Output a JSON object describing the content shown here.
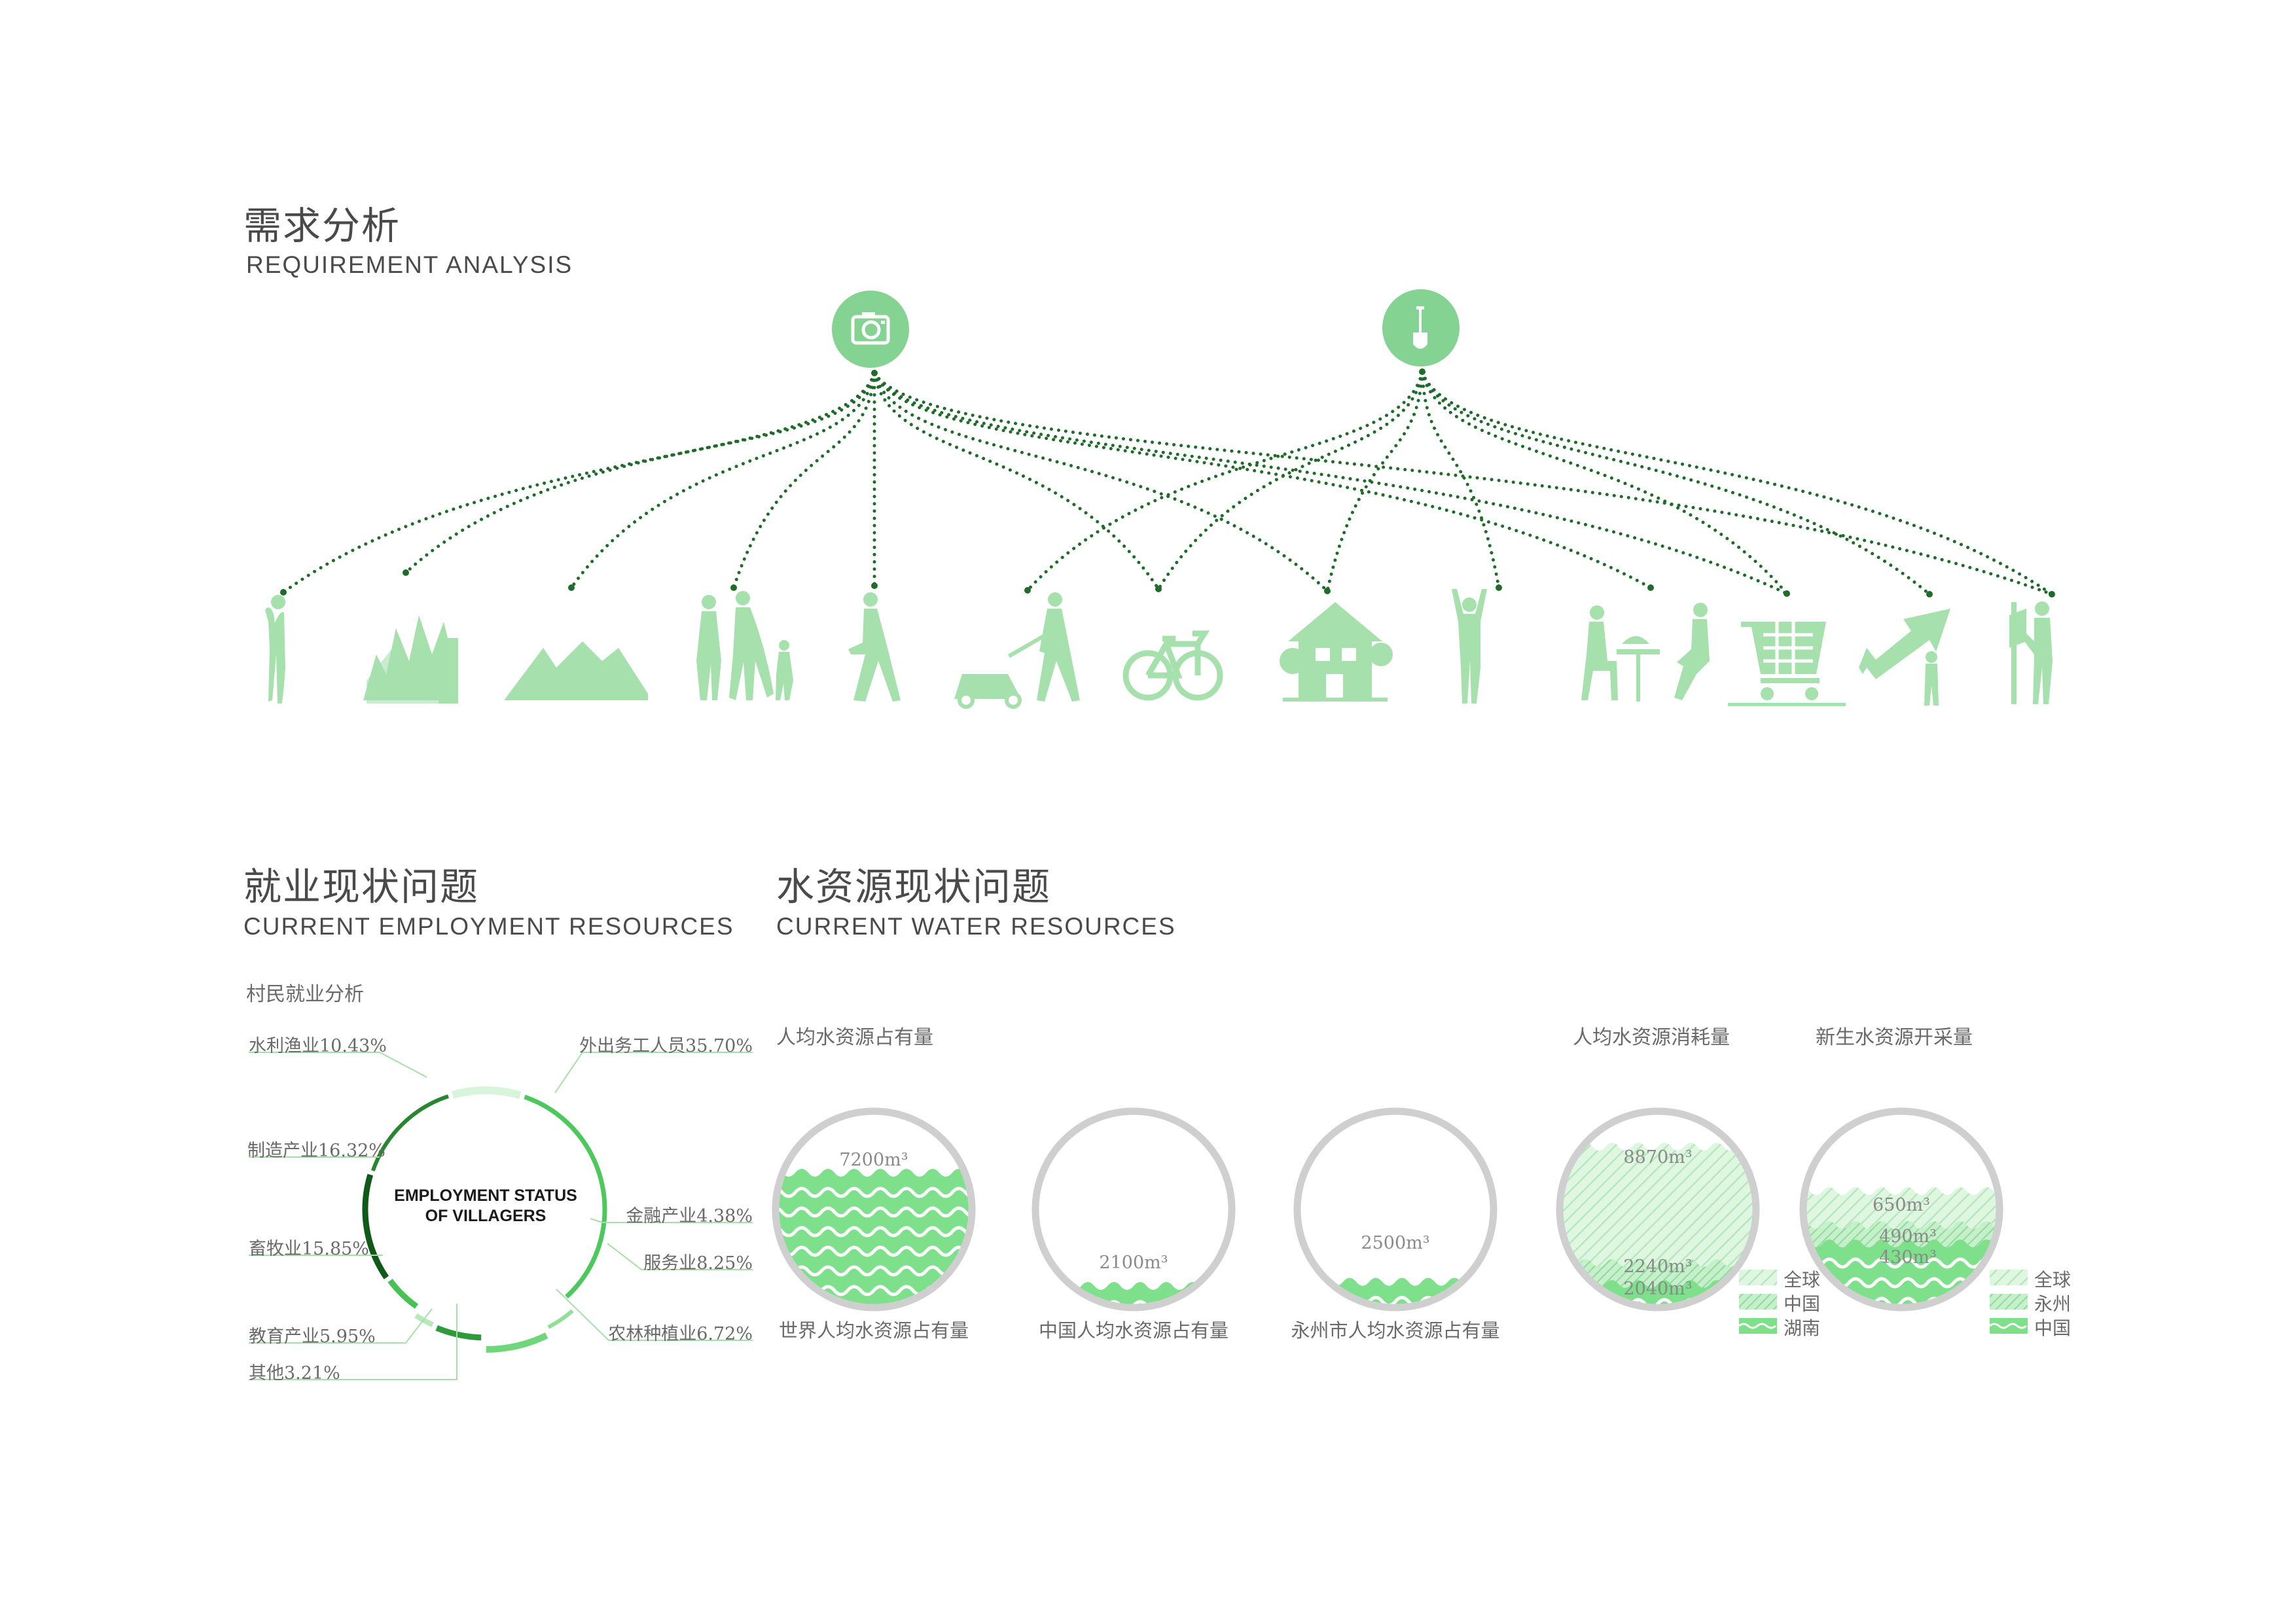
{
  "requirement": {
    "title_cn": "需求分析",
    "title_en": "REQUIREMENT ANALYSIS",
    "hubs": [
      {
        "name": "camera-icon"
      },
      {
        "name": "shovel-icon"
      }
    ],
    "activities": [
      {
        "name": "standing-person-icon"
      },
      {
        "name": "forest-fire-icon"
      },
      {
        "name": "mountains-icon"
      },
      {
        "name": "family-walking-icon"
      },
      {
        "name": "walking-person-icon"
      },
      {
        "name": "lawn-mower-icon"
      },
      {
        "name": "bicycle-icon"
      },
      {
        "name": "house-icon"
      },
      {
        "name": "cheering-person-icon"
      },
      {
        "name": "dining-people-icon"
      },
      {
        "name": "shopping-cart-icon"
      },
      {
        "name": "growth-arrow-icon"
      },
      {
        "name": "painter-icon"
      }
    ],
    "link_color": "#1f6b2a",
    "icon_color": "#a6e0ad"
  },
  "employment": {
    "title_cn": "就业现状问题",
    "title_en": "CURRENT EMPLOYMENT RESOURCES",
    "subtitle": "村民就业分析",
    "center_label_line1": "EMPLOYMENT STATUS",
    "center_label_line2": "OF VILLAGERS",
    "left_labels": [
      "水利渔业10.43%",
      "制造产业16.32%",
      "畜牧业15.85%",
      "教育产业5.95%",
      "其他3.21%"
    ],
    "right_labels": [
      "外出务工人员35.70%",
      "金融产业4.38%",
      "服务业8.25%",
      "农林种植业6.72%"
    ],
    "segments": [
      {
        "label": "外出务工人员",
        "value": 35.7
      },
      {
        "label": "金融产业",
        "value": 4.38
      },
      {
        "label": "服务业",
        "value": 8.25
      },
      {
        "label": "农林种植业",
        "value": 6.72
      },
      {
        "label": "其他",
        "value": 3.21
      },
      {
        "label": "教育产业",
        "value": 5.95
      },
      {
        "label": "畜牧业",
        "value": 15.85
      },
      {
        "label": "制造产业",
        "value": 16.32
      },
      {
        "label": "水利渔业",
        "value": 10.43
      }
    ]
  },
  "water": {
    "title_cn": "水资源现状问题",
    "title_en": "CURRENT WATER RESOURCES",
    "sub_per_capita": "人均水资源占有量",
    "sub_consumption": "人均水资源消耗量",
    "sub_new": "新生水资源开采量",
    "circles": [
      {
        "caption": "世界人均水资源占有量",
        "value_label": "7200m³",
        "value": 7200
      },
      {
        "caption": "中国人均水资源占有量",
        "value_label": "2100m³",
        "value": 2100
      },
      {
        "caption": "永州市人均水资源占有量",
        "value_label": "2500m³",
        "value": 2500
      }
    ],
    "consumption_labels": [
      "8870m³",
      "2240m³",
      "2040m³"
    ],
    "consumption_legend": [
      "全球",
      "中国",
      "湖南"
    ],
    "new_labels": [
      "650m³",
      "490m³",
      "430m³"
    ],
    "new_legend": [
      "全球",
      "永州",
      "中国"
    ],
    "wave_color": "#7ee08a",
    "ring_color": "#cfcfcf"
  }
}
